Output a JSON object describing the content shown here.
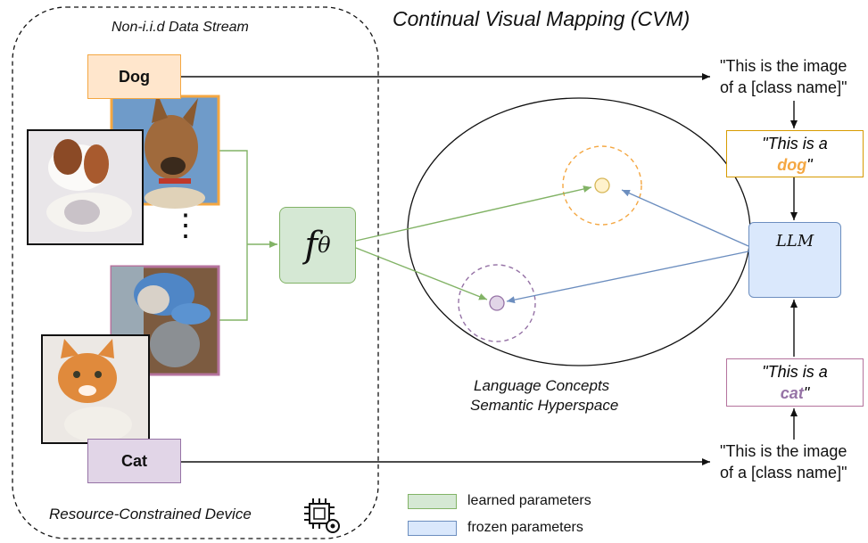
{
  "title": "Continual Visual Mapping (CVM)",
  "stream_label": "Non-i.i.d Data Stream",
  "device_label": "Resource-Constrained Device",
  "classes": {
    "dog": "Dog",
    "cat": "Cat"
  },
  "ellipsis": "⋮",
  "model_label": "f",
  "model_sub": "θ",
  "hyperspace_caption": {
    "line1": "Language Concepts",
    "line2": "Semantic Hyperspace"
  },
  "template_prompt": {
    "line1": "\"This is the image",
    "line2": "of a [class name]\""
  },
  "dog_prompt": {
    "prefix": "\"This is a",
    "class_word": "dog",
    "suffix": "\""
  },
  "cat_prompt": {
    "prefix": "\"This is a",
    "class_word": "cat",
    "suffix": "\""
  },
  "llm_label": "LLM",
  "llm_icon": "snowflake-icon",
  "device_icon": "chip-gear-icon",
  "legend": [
    {
      "label": "learned parameters",
      "fill": "#d5e8d4",
      "stroke": "#82b366"
    },
    {
      "label": "frozen parameters",
      "fill": "#dae8fc",
      "stroke": "#6c8ebf"
    }
  ],
  "colors": {
    "dog": "#f4a742",
    "cat": "#9673a6",
    "learned": "#82b366",
    "frozen": "#6c8ebf"
  }
}
